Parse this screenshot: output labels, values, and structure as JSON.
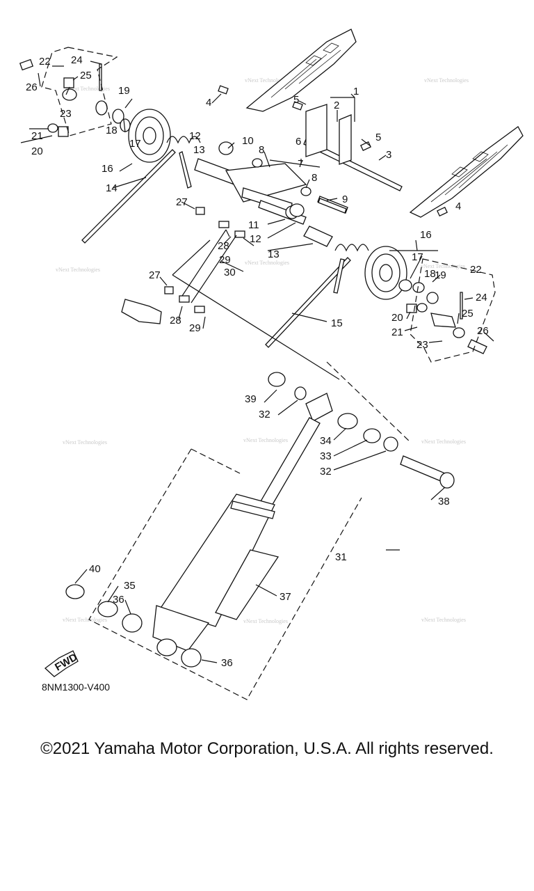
{
  "diagram": {
    "part_labels": [
      "1",
      "2",
      "3",
      "4",
      "4",
      "5",
      "5",
      "6",
      "7",
      "8",
      "8",
      "9",
      "10",
      "11",
      "12",
      "12",
      "13",
      "13",
      "14",
      "15",
      "16",
      "16",
      "17",
      "17",
      "18",
      "18",
      "19",
      "19",
      "20",
      "20",
      "21",
      "21",
      "22",
      "22",
      "23",
      "23",
      "24",
      "24",
      "25",
      "25",
      "26",
      "26",
      "27",
      "27",
      "28",
      "28",
      "29",
      "29",
      "30",
      "31",
      "32",
      "32",
      "33",
      "34",
      "35",
      "36",
      "36",
      "37",
      "38",
      "39",
      "40"
    ],
    "drawing_code": "8NM1300-V400",
    "fwd_label": "FWD",
    "watermark": "vNext Technologies"
  },
  "footer": {
    "copyright": "©2021 Yamaha Motor Corporation, U.S.A. All rights reserved."
  }
}
